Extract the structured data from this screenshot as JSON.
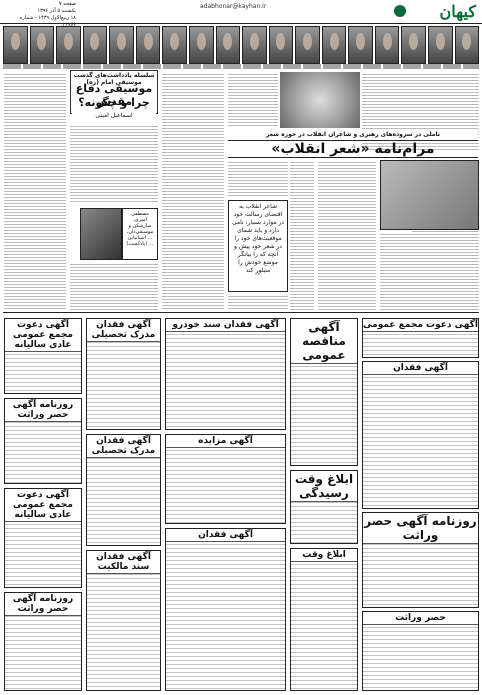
{
  "masthead": {
    "brand": "کیهان",
    "site": "adabhonar@kayhan.ir",
    "page_no": "صفحه ۷",
    "date_line": "یکشنبه ۵ آذر ۱۳۹۶",
    "issue_line": "۱۸ ربیع‌الاول ۱۴۳۹ - شماره ۲۱۷۶۶"
  },
  "articles": {
    "music": {
      "kicker": "سلسله یادداشت‌های گذشت موسیقی امام (ره)",
      "title1": "موسیقی دفاع مقدس",
      "title2": "چرا و چگونه؟",
      "author": "اسماعیل امینی",
      "quote": "مصطفی امیری، سازشکن و موسیقی‌دان، ... اسپانیایی ... (پادکست)"
    },
    "poetry": {
      "kicker": "تاملی در سروده‌های رهبری و شاعران انقلاب در حوزه شعر",
      "title": "مرام‌نامه «شعر انقلاب»",
      "quote": "شاعر انقلاب به اقتضای رسالت خود در موارد بسیار، نامی دارد و باید شمای موقعیت‌های خود را در شعر خود پیش و آنچه که را بیانگر موضع خودش را متبلور کند"
    }
  },
  "ads": [
    {
      "title": "آگهی مناقصه عمومی"
    },
    {
      "title": "ابلاغ وقت رسیدگی"
    },
    {
      "title": "آگهی فقدان مدرک تحصیلی"
    },
    {
      "title": "آگهی فقدان سند خودرو"
    },
    {
      "title": "آگهی مزایده"
    },
    {
      "title": "آگهی دعوت مجمع عمومی عادی سالیانه"
    },
    {
      "title": "روزنامه آگهی حصر وراثت"
    },
    {
      "title": "آگهی فقدان"
    },
    {
      "title": "آگهی فقدان سند مالکیت"
    },
    {
      "title": "آگهی دعوت مجمع عمومی"
    },
    {
      "title": "حصر وراثت"
    },
    {
      "title": "ابلاغ وقت"
    }
  ]
}
